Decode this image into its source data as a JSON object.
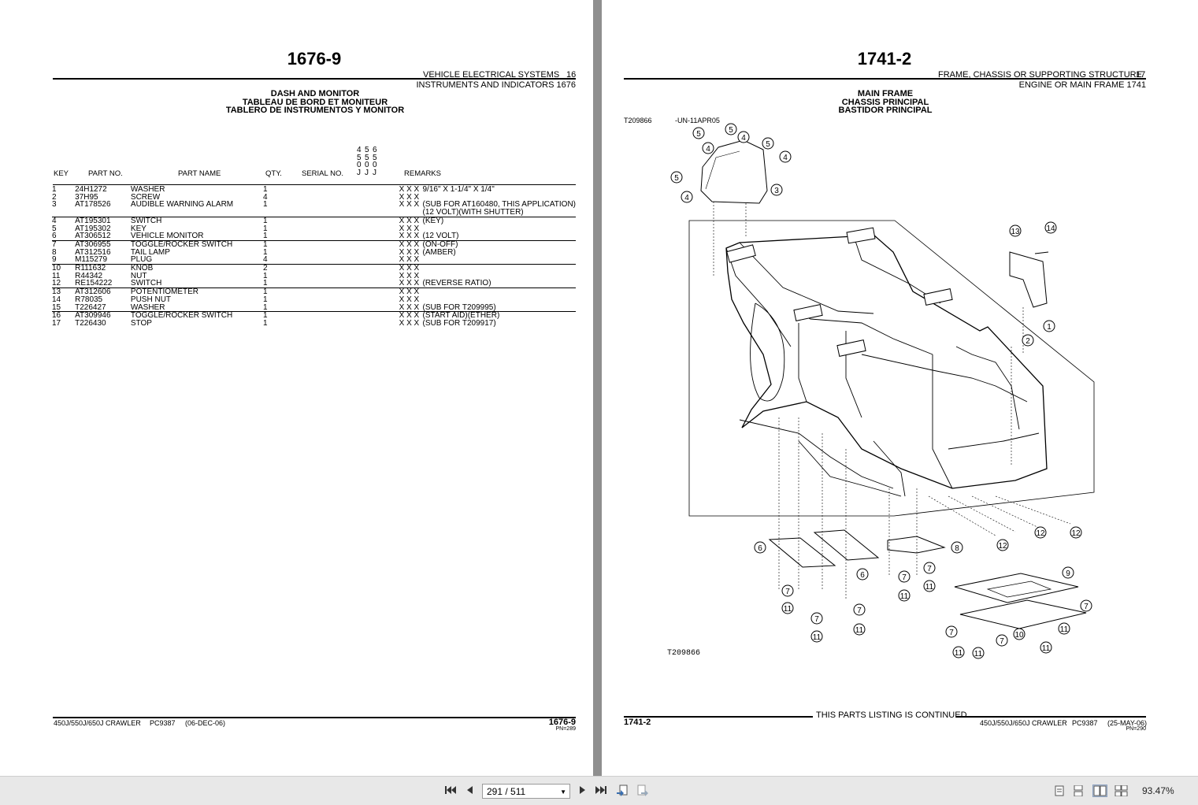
{
  "left_page": {
    "page_title": "1676-9",
    "section_group": "VEHICLE ELECTRICAL SYSTEMS",
    "section_group_no": "16",
    "section": "INSTRUMENTS AND INDICATORS 1676",
    "heading_en": "DASH AND MONITOR",
    "heading_fr": "TABLEAU DE BORD ET MONITEUR",
    "heading_es": "TABLERO DE INSTRUMENTOS Y MONITOR",
    "model_cols": [
      [
        "4",
        "5",
        "0",
        "J"
      ],
      [
        "5",
        "5",
        "0",
        "J"
      ],
      [
        "6",
        "5",
        "0",
        "J"
      ]
    ],
    "columns": {
      "key": "KEY",
      "part_no": "PART NO.",
      "part_name": "PART NAME",
      "qty": "QTY.",
      "serial_no": "SERIAL NO.",
      "remarks": "REMARKS"
    },
    "rows": [
      {
        "key": "1",
        "part": "24H1272",
        "name": "WASHER",
        "qty": "1",
        "xx": "X X X",
        "remarks": "9/16\" X 1-1/4\" X 1/4\"",
        "sep": false
      },
      {
        "key": "2",
        "part": "37H95",
        "name": "SCREW",
        "qty": "4",
        "xx": "X X X",
        "remarks": "",
        "sep": false
      },
      {
        "key": "3",
        "part": "AT178526",
        "name": "AUDIBLE WARNING ALARM",
        "qty": "1",
        "xx": "X X X",
        "remarks": "(SUB FOR AT160480, THIS APPLICATION)",
        "sep": false
      },
      {
        "key": "",
        "part": "",
        "name": "",
        "qty": "",
        "xx": "",
        "remarks": "(12 VOLT)(WITH SHUTTER)",
        "sep": false
      },
      {
        "key": "4",
        "part": "AT195301",
        "name": "SWITCH",
        "qty": "1",
        "xx": "X X X",
        "remarks": "(KEY)",
        "sep": true
      },
      {
        "key": "5",
        "part": "AT195302",
        "name": "KEY",
        "qty": "1",
        "xx": "X X X",
        "remarks": "",
        "sep": false
      },
      {
        "key": "6",
        "part": "AT306512",
        "name": "VEHICLE MONITOR",
        "qty": "1",
        "xx": "X X X",
        "remarks": "(12 VOLT)",
        "sep": false
      },
      {
        "key": "7",
        "part": "AT306955",
        "name": "TOGGLE/ROCKER SWITCH",
        "qty": "1",
        "xx": "X X X",
        "remarks": "(ON-OFF)",
        "sep": true
      },
      {
        "key": "8",
        "part": "AT312516",
        "name": "TAIL LAMP",
        "qty": "1",
        "xx": "X X X",
        "remarks": "(AMBER)",
        "sep": false
      },
      {
        "key": "9",
        "part": "M115279",
        "name": "PLUG",
        "qty": "4",
        "xx": "X X X",
        "remarks": "",
        "sep": false
      },
      {
        "key": "10",
        "part": "R111632",
        "name": "KNOB",
        "qty": "2",
        "xx": "X X X",
        "remarks": "",
        "sep": true
      },
      {
        "key": "11",
        "part": "R44342",
        "name": "NUT",
        "qty": "1",
        "xx": "X X X",
        "remarks": "",
        "sep": false
      },
      {
        "key": "12",
        "part": "RE154222",
        "name": "SWITCH",
        "qty": "1",
        "xx": "X X X",
        "remarks": "(REVERSE RATIO)",
        "sep": false
      },
      {
        "key": "13",
        "part": "AT312606",
        "name": "POTENTIOMETER",
        "qty": "1",
        "xx": "X X X",
        "remarks": "",
        "sep": true
      },
      {
        "key": "14",
        "part": "R78035",
        "name": "PUSH NUT",
        "qty": "1",
        "xx": "X X X",
        "remarks": "",
        "sep": false
      },
      {
        "key": "15",
        "part": "T226427",
        "name": "WASHER",
        "qty": "1",
        "xx": "X X X",
        "remarks": "(SUB FOR T209995)",
        "sep": false
      },
      {
        "key": "16",
        "part": "AT309946",
        "name": "TOGGLE/ROCKER SWITCH",
        "qty": "1",
        "xx": "X X X",
        "remarks": "(START AID)(ETHER)",
        "sep": true
      },
      {
        "key": "17",
        "part": "T226430",
        "name": "STOP",
        "qty": "1",
        "xx": "X X X",
        "remarks": "(SUB FOR T209917)",
        "sep": false
      }
    ],
    "footer_model": "450J/550J/650J CRAWLER",
    "footer_pc": "PC9387",
    "footer_date": "(06-DEC-06)",
    "footer_page": "1676-9",
    "footer_pn": "PN=289"
  },
  "right_page": {
    "page_title": "1741-2",
    "section_group": "FRAME, CHASSIS OR SUPPORTING STRUCTURE",
    "section_group_no": "17",
    "section": "ENGINE OR MAIN FRAME 1741",
    "heading_en": "MAIN FRAME",
    "heading_fr": "CHASSIS PRINCIPAL",
    "heading_es": "BASTIDOR PRINCIPAL",
    "illus_id": "T209866",
    "illus_date": "-UN-11APR05",
    "illus_caption": "T209866",
    "continued": "THIS PARTS LISTING IS CONTINUED",
    "footer_page": "1741-2",
    "footer_model": "450J/550J/650J CRAWLER",
    "footer_pc": "PC9387",
    "footer_date": "(25-MAY-06)",
    "footer_pn": "PN=290"
  },
  "toolbar": {
    "page_indicator": "291 / 511",
    "zoom": "93.47%",
    "icons": [
      "first-page-icon",
      "prev-page-icon",
      "next-page-icon",
      "last-page-icon",
      "go-back-icon",
      "go-forward-icon",
      "single-page-view-icon",
      "continuous-view-icon",
      "facing-view-icon",
      "continuous-facing-view-icon"
    ]
  }
}
